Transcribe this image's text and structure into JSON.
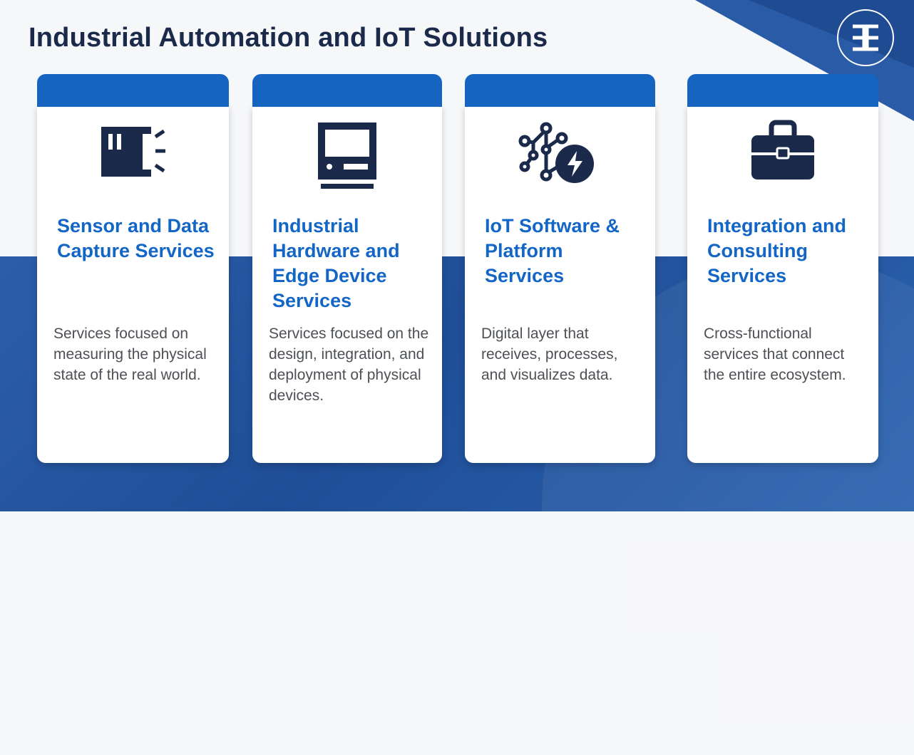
{
  "page": {
    "title": "Industrial Automation and IoT Solutions",
    "logo_icon": "brand-logo-icon"
  },
  "colors": {
    "navy": "#1b2a4a",
    "accent_blue": "#1466c6",
    "card_header": "#1565c0",
    "band_blue": "#1f4e97"
  },
  "cards": [
    {
      "icon": "sensor-icon",
      "title": "Sensor and Data Capture Services",
      "description": "Services focused on measuring the physical state of the real world."
    },
    {
      "icon": "hardware-device-icon",
      "title": "Industrial Hardware and Edge Device Services",
      "description": "Services focused on the design, integration, and deployment of physical devices."
    },
    {
      "icon": "iot-network-icon",
      "title": "IoT Software & Platform Services",
      "description": "Digital layer that receives, processes, and visualizes data."
    },
    {
      "icon": "briefcase-icon",
      "title": "Integration and Consulting Services",
      "description": "Cross-functional services that connect the entire ecosystem."
    }
  ]
}
